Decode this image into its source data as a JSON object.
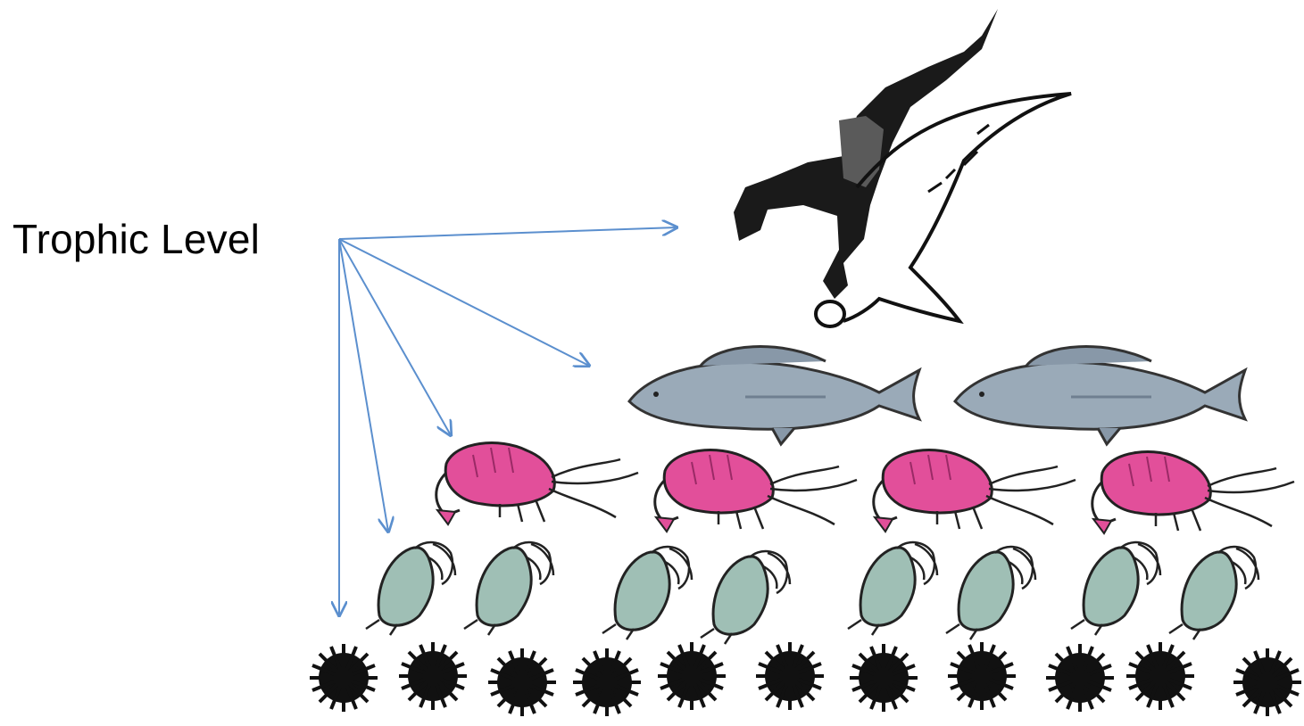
{
  "diagram": {
    "label": "Trophic Level",
    "arrow_color": "#5b8fce",
    "levels": [
      {
        "organism": "bird",
        "icon": "bird-icon",
        "count": 1,
        "color": "#1a1a1a"
      },
      {
        "organism": "fish",
        "icon": "fish-icon",
        "count": 2,
        "color": "#9aaab8"
      },
      {
        "organism": "shrimp",
        "icon": "shrimp-icon",
        "count": 4,
        "color": "#e24f9a"
      },
      {
        "organism": "zooplankton",
        "icon": "zooplankton-icon",
        "count": 8,
        "color": "#9fbfb5"
      },
      {
        "organism": "phytoplankton",
        "icon": "phytoplankton-icon",
        "count": 11,
        "color": "#111111"
      }
    ]
  }
}
